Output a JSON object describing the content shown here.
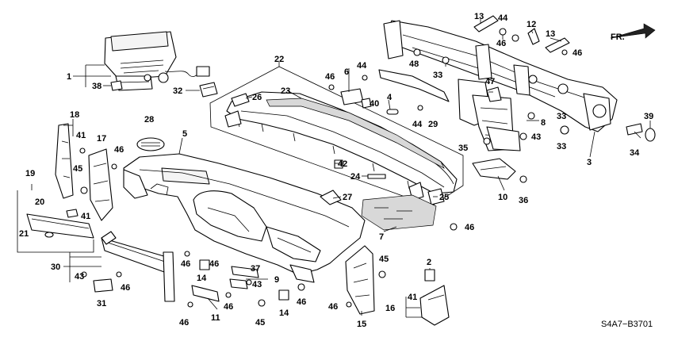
{
  "diagram": {
    "direction_label": "FR.",
    "diagram_code": "S4A7−B3701",
    "callouts": [
      "1",
      "2",
      "3",
      "4",
      "5",
      "6",
      "7",
      "8",
      "9",
      "10",
      "11",
      "12",
      "13",
      "14",
      "15",
      "16",
      "17",
      "18",
      "19",
      "20",
      "21",
      "22",
      "23",
      "24",
      "25",
      "26",
      "27",
      "28",
      "29",
      "30",
      "31",
      "32",
      "33",
      "34",
      "35",
      "36",
      "37",
      "38",
      "39",
      "40",
      "41",
      "42",
      "43",
      "44",
      "45",
      "46",
      "47",
      "48"
    ]
  }
}
